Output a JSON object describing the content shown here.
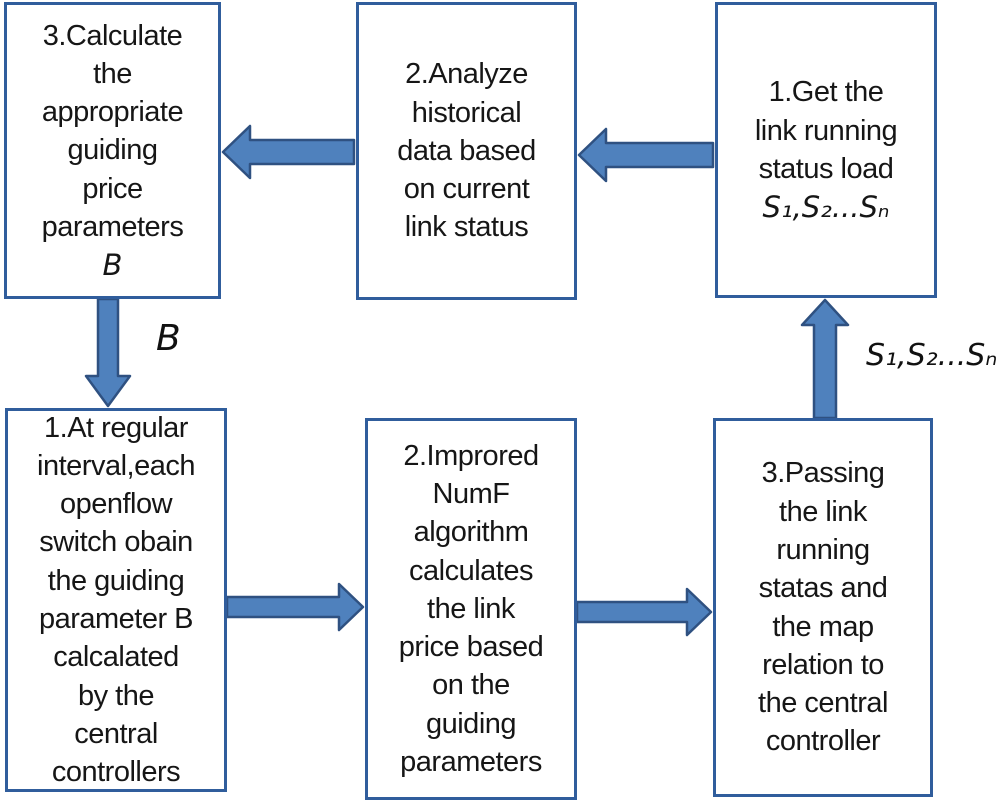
{
  "diagram": {
    "boxes": [
      {
        "id": "calculate-guiding-parameters",
        "text": "3.Calculate\nthe\nappropriate\nguiding\nprice\nparameters",
        "formula": "B"
      },
      {
        "id": "analyze-historical-data",
        "text": "2.Analyze\nhistorical\ndata based\non current\nlink status"
      },
      {
        "id": "get-link-running-status",
        "text": "1.Get the\nlink running\nstatus load",
        "formula": "S₁,S₂...Sₙ"
      },
      {
        "id": "switch-obtain-parameter",
        "text": "1.At regular\ninterval,each\nopenflow\nswitch obain\nthe guiding\nparameter B\ncalcalated\nby the\ncentral\ncontrollers"
      },
      {
        "id": "numf-algorithm-calculates",
        "text": "2.Improred\nNumF\nalgorithm\ncalculates\nthe link\nprice based\non the\nguiding\nparameters"
      },
      {
        "id": "passing-link-status",
        "text": "3.Passing\nthe link\nrunning\nstatas and\nthe map\nrelation to\nthe central\ncontroller"
      }
    ],
    "edge_labels": {
      "b": "B",
      "s": "S₁,S₂...Sₙ"
    },
    "colors": {
      "box_border": "#305d9c",
      "arrow_fill": "#4f81bd",
      "arrow_stroke": "#2f5181",
      "text": "#161616",
      "background": "#ffffff"
    }
  }
}
